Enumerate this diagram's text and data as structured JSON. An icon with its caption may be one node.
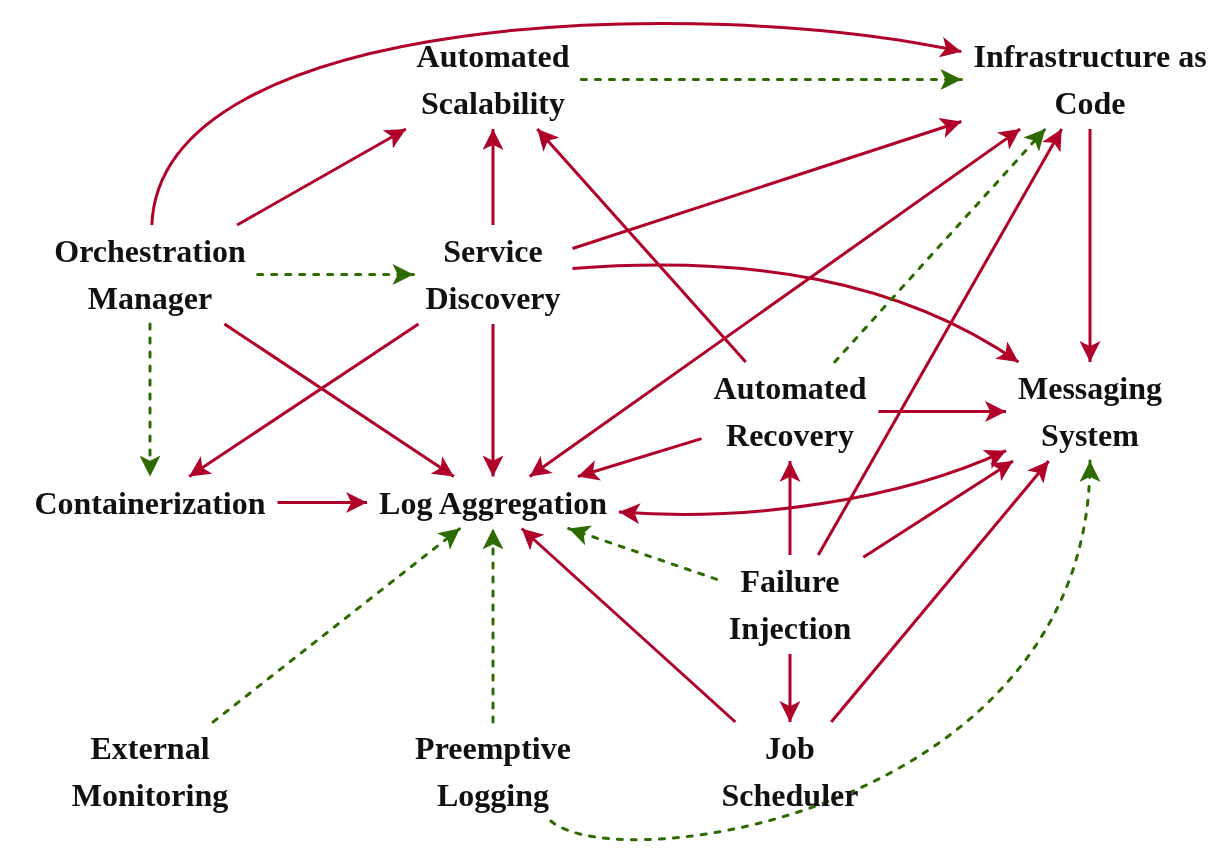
{
  "diagram": {
    "nodes": [
      {
        "text": [
          "Automated Scalability"
        ]
      },
      {
        "text": [
          "Infrastructure as Code"
        ]
      },
      {
        "text": [
          "Orchestration Manager"
        ]
      },
      {
        "text": [
          "Service Discovery"
        ]
      },
      {
        "text": [
          "Automated Recovery"
        ]
      },
      {
        "text": [
          "Messaging System"
        ]
      },
      {
        "text": [
          "Containerization"
        ]
      },
      {
        "text": [
          "Log Aggregation"
        ]
      },
      {
        "text": [
          "Failure Injection"
        ]
      },
      {
        "text": [
          "External Monitoring"
        ]
      },
      {
        "text": [
          "Preemptive Logging"
        ]
      },
      {
        "text": [
          "Job Scheduler"
        ]
      }
    ],
    "edges": [
      {
        "from": 2,
        "to": 1,
        "arrow": "to"
      },
      {
        "from": 2,
        "to": 0,
        "arrow": "to"
      },
      {
        "from": 0,
        "to": 1,
        "arrow": "to",
        "style": "dashed",
        "color": "#2d6a00"
      },
      {
        "from": 2,
        "to": 3,
        "arrow": "to",
        "style": "dashed",
        "color": "#2d6a00"
      },
      {
        "from": 2,
        "to": 6,
        "arrow": "to",
        "style": "dashed",
        "color": "#2d6a00"
      },
      {
        "from": 2,
        "to": 7,
        "arrow": "to"
      },
      {
        "from": 3,
        "to": 0,
        "arrow": "to"
      },
      {
        "from": 3,
        "to": 1,
        "arrow": "to"
      },
      {
        "from": 3,
        "to": 5,
        "arrow": "to"
      },
      {
        "from": 3,
        "to": 6,
        "arrow": "to"
      },
      {
        "from": 3,
        "to": 7,
        "arrow": "to"
      },
      {
        "from": 4,
        "to": 0,
        "arrow": "to"
      },
      {
        "from": 7,
        "to": 1,
        "arrow": "both"
      },
      {
        "from": 4,
        "to": 1,
        "arrow": "to",
        "style": "dashed",
        "color": "#2d6a00"
      },
      {
        "from": 1,
        "to": 5,
        "arrow": "to"
      },
      {
        "from": 4,
        "to": 5,
        "arrow": "to"
      },
      {
        "from": 4,
        "to": 7,
        "arrow": "to"
      },
      {
        "from": 7,
        "to": 5,
        "arrow": "both"
      },
      {
        "from": 8,
        "to": 4,
        "arrow": "to"
      },
      {
        "from": 8,
        "to": 1,
        "arrow": "to"
      },
      {
        "from": 8,
        "to": 5,
        "arrow": "to"
      },
      {
        "from": 8,
        "to": 7,
        "arrow": "to",
        "style": "dashed",
        "color": "#2d6a00"
      },
      {
        "from": 8,
        "to": 11,
        "arrow": "to"
      },
      {
        "from": 11,
        "to": 7,
        "arrow": "to"
      },
      {
        "from": 11,
        "to": 5,
        "arrow": "to"
      },
      {
        "from": 6,
        "to": 7,
        "arrow": "to"
      },
      {
        "from": 9,
        "to": 7,
        "arrow": "to",
        "style": "dashed",
        "color": "#2d6a00"
      },
      {
        "from": 10,
        "to": 7,
        "arrow": "to",
        "style": "dashed",
        "color": "#2d6a00"
      },
      {
        "from": 10,
        "to": 5,
        "arrow": "to",
        "style": "dashed",
        "color": "#2d6a00"
      }
    ]
  }
}
